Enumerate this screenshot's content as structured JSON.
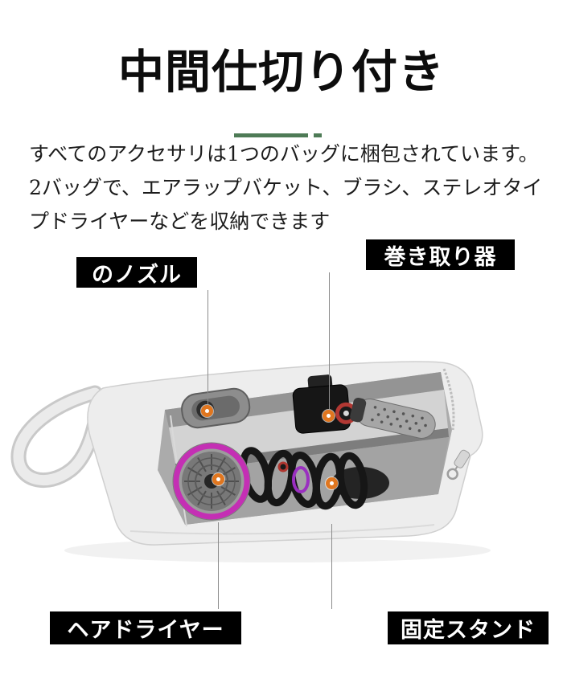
{
  "colors": {
    "page_bg": "#ffffff",
    "label_bg": "#000000",
    "label_text": "#ffffff",
    "accent_green": "#4e7b56",
    "marker": "#e0761f"
  },
  "title": {
    "text": "中間仕切り付き"
  },
  "description": {
    "para1": "すべてのアクセサリは1つのバッグに梱包されています。",
    "para2": "2バッグで、エアラップバケット、ブラシ、ステレオタイプドライヤーなどを収納できます"
  },
  "callouts": {
    "nozzle": {
      "label": "のノズル"
    },
    "winder": {
      "label": "巻き取り器"
    },
    "hair_dryer": {
      "label": "ヘアドライヤー"
    },
    "stand": {
      "label": "固定スタンド"
    }
  },
  "photo": {
    "items": [
      "storage-bag",
      "carry-handle",
      "nozzle-clip",
      "winder-attachment",
      "round-brush",
      "hair-dryer-head",
      "coiled-barrels",
      "zipper-pull"
    ]
  }
}
